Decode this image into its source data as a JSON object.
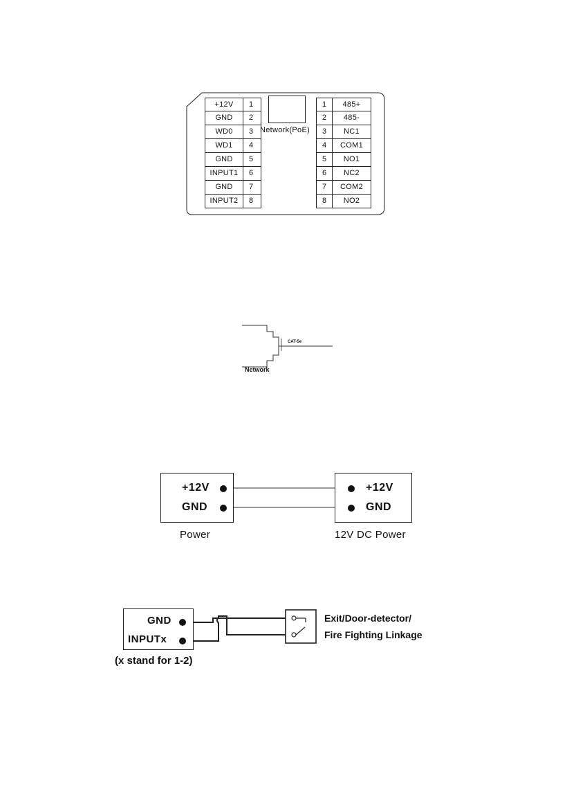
{
  "terminal_panel": {
    "left_pins": [
      {
        "label": "+12V",
        "num": "1"
      },
      {
        "label": "GND",
        "num": "2"
      },
      {
        "label": "WD0",
        "num": "3"
      },
      {
        "label": "WD1",
        "num": "4"
      },
      {
        "label": "GND",
        "num": "5"
      },
      {
        "label": "INPUT1",
        "num": "6"
      },
      {
        "label": "GND",
        "num": "7"
      },
      {
        "label": "INPUT2",
        "num": "8"
      }
    ],
    "right_pins": [
      {
        "num": "1",
        "label": "485+"
      },
      {
        "num": "2",
        "label": "485-"
      },
      {
        "num": "3",
        "label": "NC1"
      },
      {
        "num": "4",
        "label": "COM1"
      },
      {
        "num": "5",
        "label": "NO1"
      },
      {
        "num": "6",
        "label": "NC2"
      },
      {
        "num": "7",
        "label": "COM2"
      },
      {
        "num": "8",
        "label": "NO2"
      }
    ],
    "network_label": "Network(PoE)"
  },
  "network_port": {
    "port_label": "Network",
    "cable_label": "CAT-5e"
  },
  "power_diagram": {
    "left_box": {
      "v12": "+12V",
      "gnd": "GND",
      "caption": "Power"
    },
    "right_box": {
      "v12": "+12V",
      "gnd": "GND",
      "caption": "12V DC Power"
    }
  },
  "input_diagram": {
    "gnd": "GND",
    "input": "INPUTx",
    "caption": "(x stand for 1-2)",
    "device_line1": "Exit/Door-detector/",
    "device_line2": "Fire Fighting Linkage"
  }
}
